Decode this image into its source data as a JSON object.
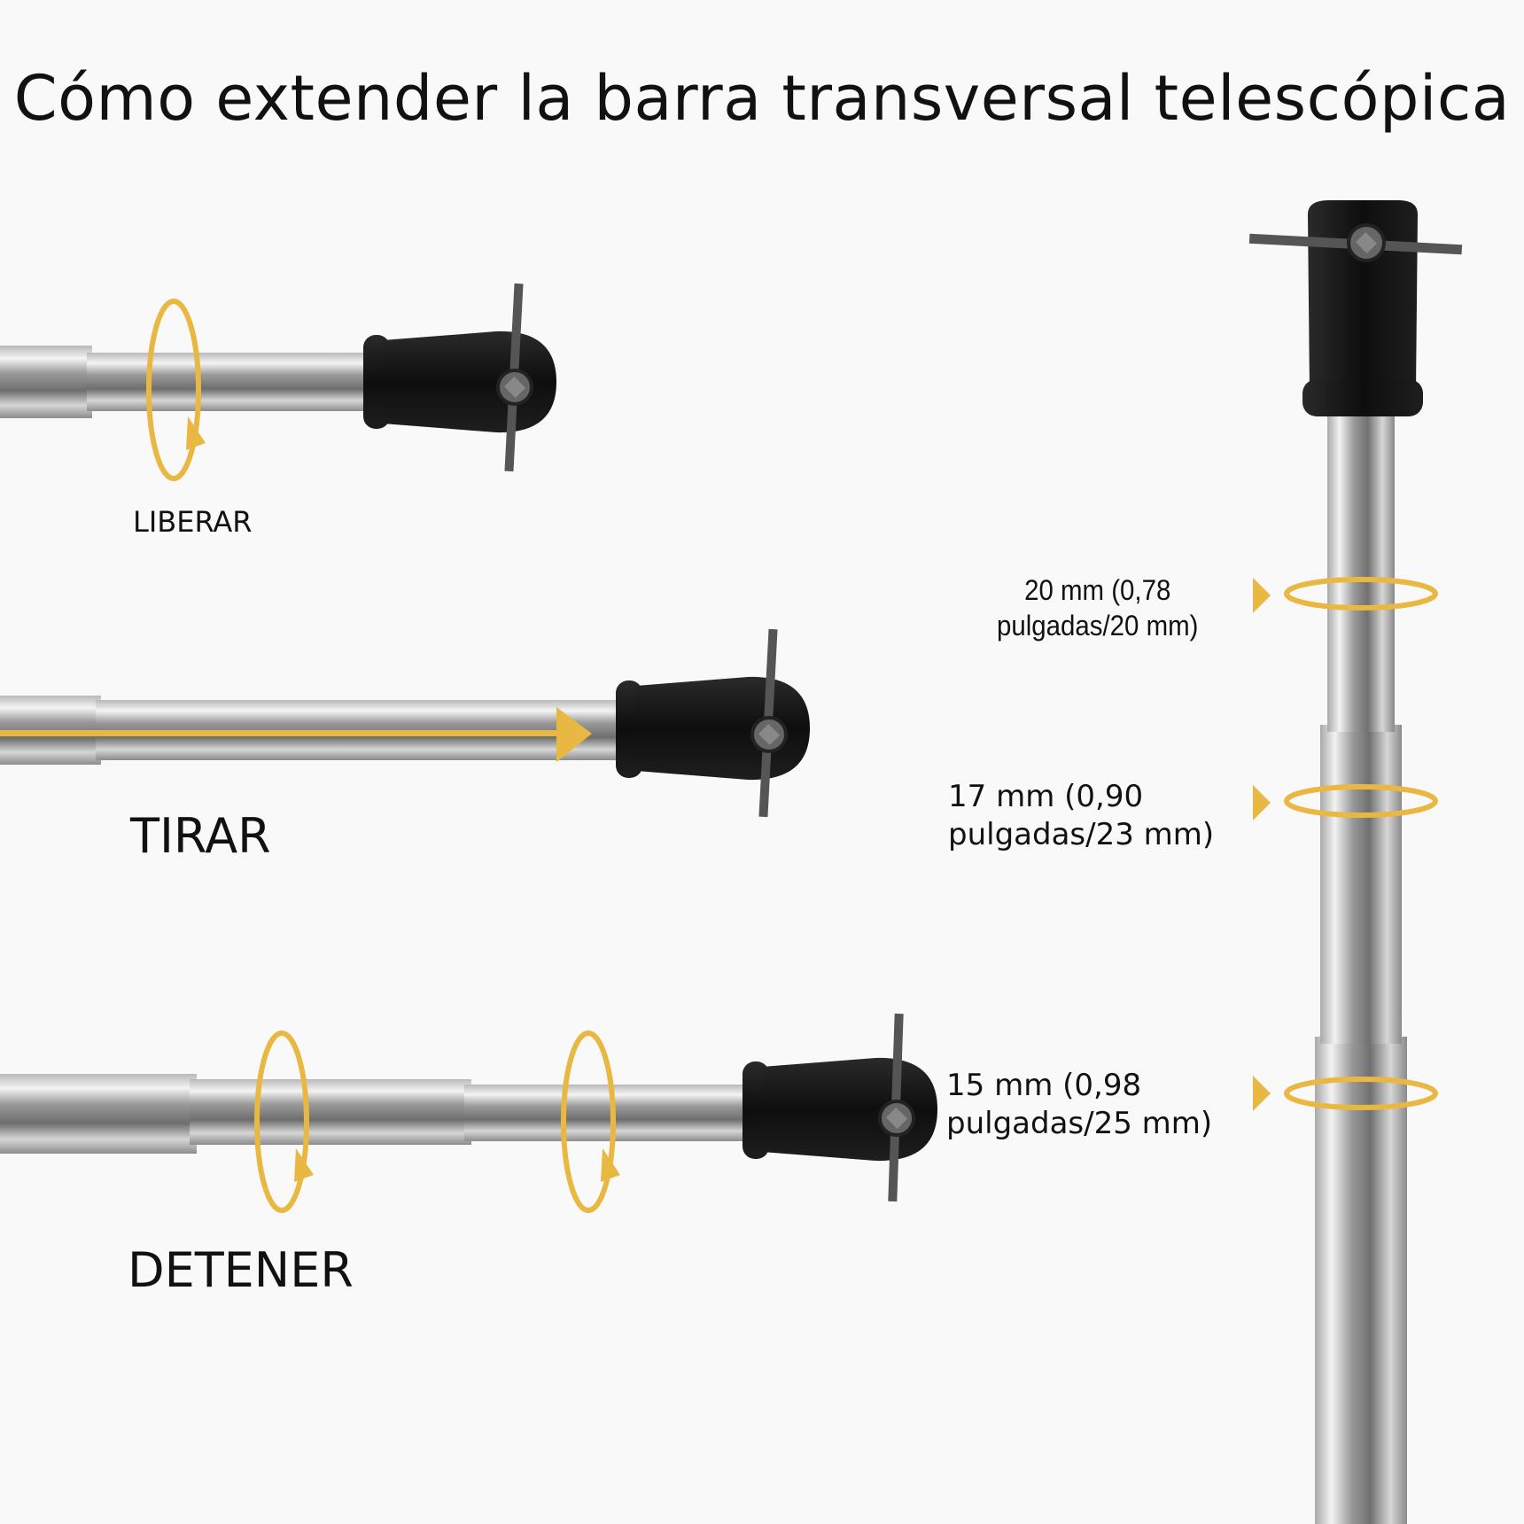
{
  "title": "Cómo extender la barra transversal telescópica",
  "steps": {
    "release": "LIBERAR",
    "pull": "TIRAR",
    "stop": "DETENER"
  },
  "specs": [
    {
      "line1": "20 mm (0,78",
      "line2": "pulgadas/20 mm)"
    },
    {
      "line1": "17 mm (0,90",
      "line2": "pulgadas/23 mm)"
    },
    {
      "line1": "15 mm (0,98",
      "line2": "pulgadas/25 mm)"
    }
  ],
  "colors": {
    "accent": "#e8b843",
    "cap": "#141414",
    "background": "#f9f9f9"
  },
  "icons": [
    "rotate-arrow-icon",
    "pull-arrow-icon",
    "pointer-triangle-icon"
  ]
}
